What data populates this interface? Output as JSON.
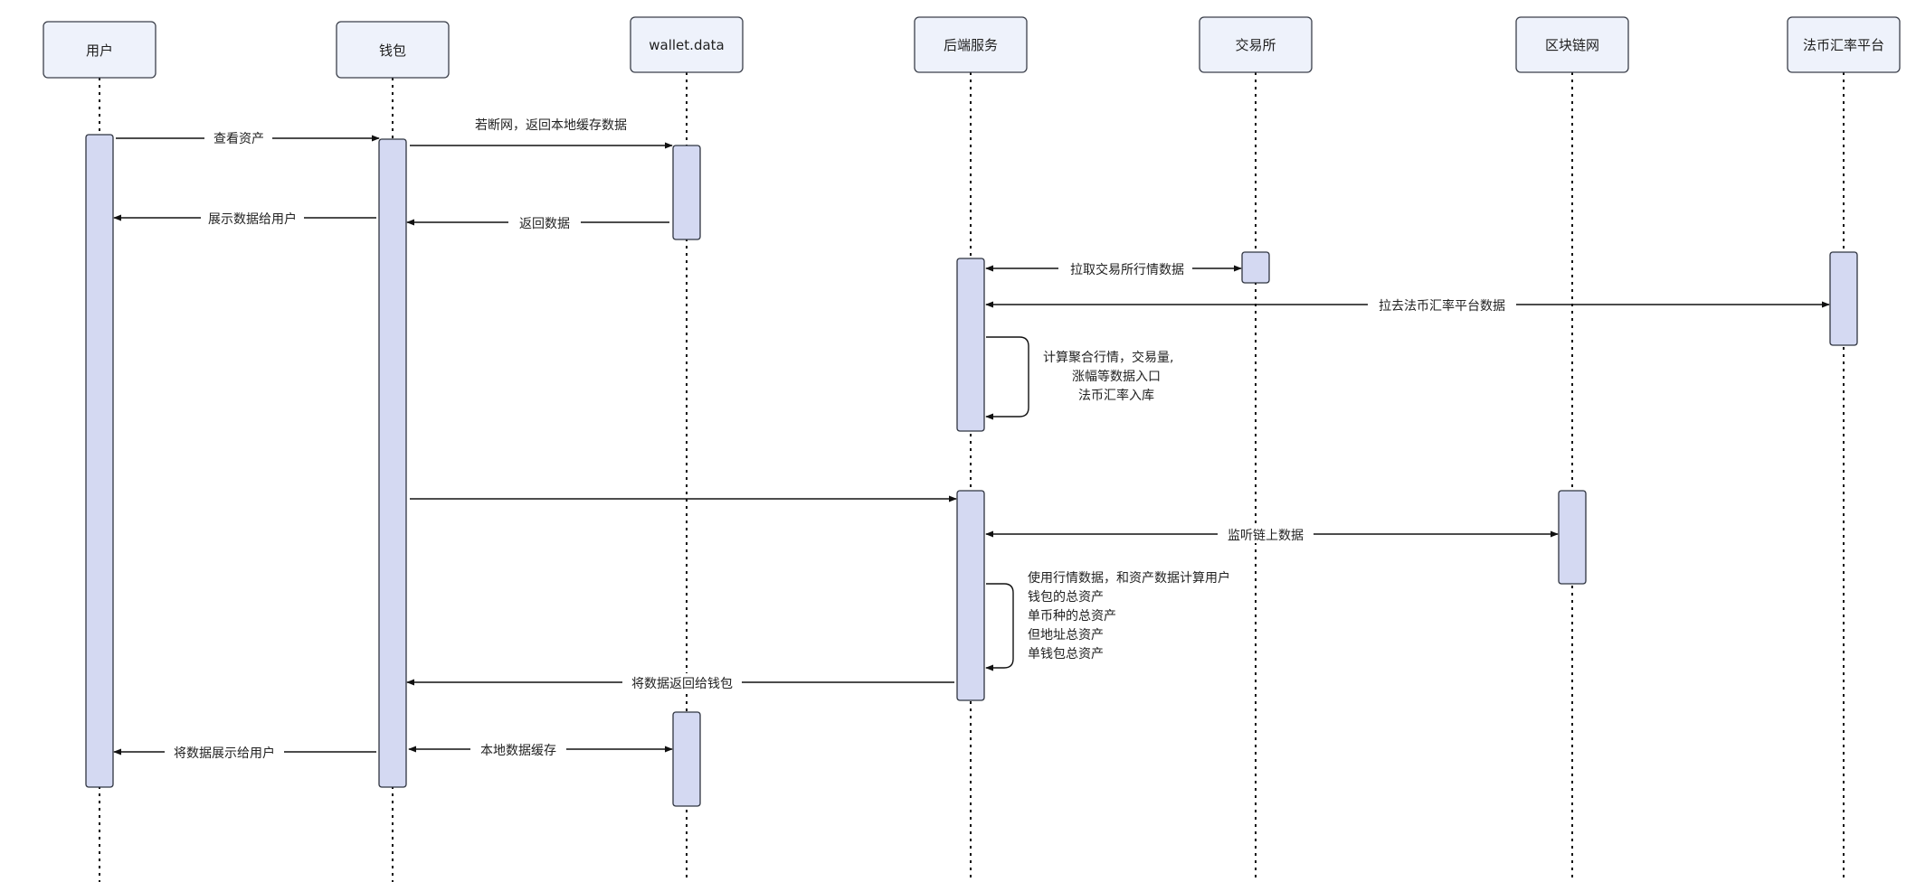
{
  "participants": [
    {
      "id": "user",
      "label": "用户"
    },
    {
      "id": "wallet",
      "label": "钱包"
    },
    {
      "id": "walletdata",
      "label": "wallet.data"
    },
    {
      "id": "backend",
      "label": "后端服务"
    },
    {
      "id": "exchange",
      "label": "交易所"
    },
    {
      "id": "chain",
      "label": "区块链网"
    },
    {
      "id": "fiat",
      "label": "法币汇率平台"
    }
  ],
  "messages": [
    {
      "id": "m1",
      "label": "查看资产"
    },
    {
      "id": "m2",
      "label": "若断网，返回本地缓存数据"
    },
    {
      "id": "m3",
      "label": "返回数据"
    },
    {
      "id": "m4",
      "label": "展示数据给用户"
    },
    {
      "id": "m5",
      "label": "拉取交易所行情数据"
    },
    {
      "id": "m6",
      "label": "拉去法币汇率平台数据"
    },
    {
      "id": "m7",
      "label": ""
    },
    {
      "id": "m8",
      "label": "监听链上数据"
    },
    {
      "id": "m9",
      "label": "将数据返回给钱包"
    },
    {
      "id": "m10",
      "label": "本地数据缓存"
    },
    {
      "id": "m11",
      "label": "将数据展示给用户"
    }
  ],
  "notes": {
    "calc": [
      "计算聚合行情，交易量,",
      "涨幅等数据入口",
      "法币汇率入库"
    ],
    "assets": [
      "使用行情数据，和资产数据计算用户",
      "钱包的总资产",
      "单币种的总资产",
      "但地址总资产",
      "单钱包总资产"
    ]
  }
}
